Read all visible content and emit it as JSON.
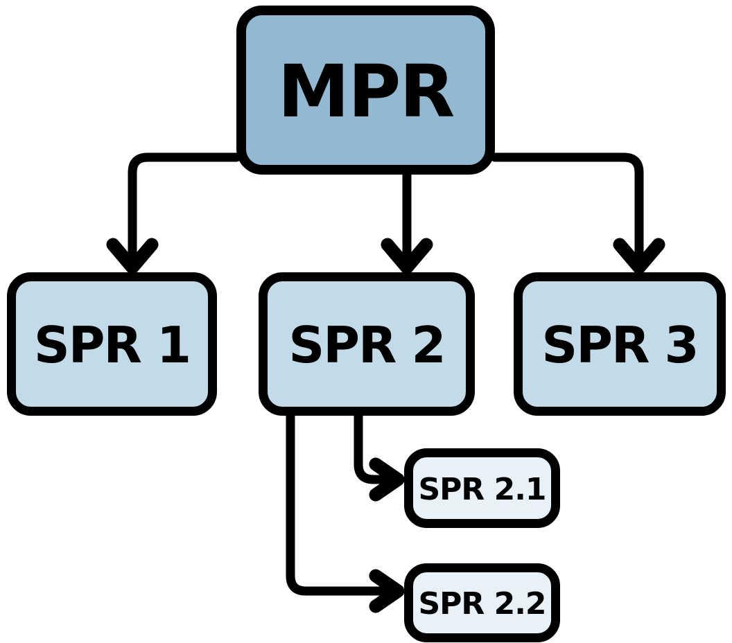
{
  "colors": {
    "background": "#ffffff",
    "line": "#000000",
    "text": "#000000",
    "root_fill": "#92b9d1",
    "child_fill": "#c3dbe9",
    "grandchild_fill": "#e8f1f8"
  },
  "nodes": {
    "root": {
      "label": "MPR"
    },
    "child1": {
      "label": "SPR 1"
    },
    "child2": {
      "label": "SPR 2"
    },
    "child3": {
      "label": "SPR 3"
    },
    "grandchild1": {
      "label": "SPR 2.1"
    },
    "grandchild2": {
      "label": "SPR 2.2"
    }
  },
  "edges": [
    {
      "from": "MPR",
      "to": "SPR 1"
    },
    {
      "from": "MPR",
      "to": "SPR 2"
    },
    {
      "from": "MPR",
      "to": "SPR 3"
    },
    {
      "from": "SPR 2",
      "to": "SPR 2.1"
    },
    {
      "from": "SPR 2",
      "to": "SPR 2.2"
    }
  ]
}
